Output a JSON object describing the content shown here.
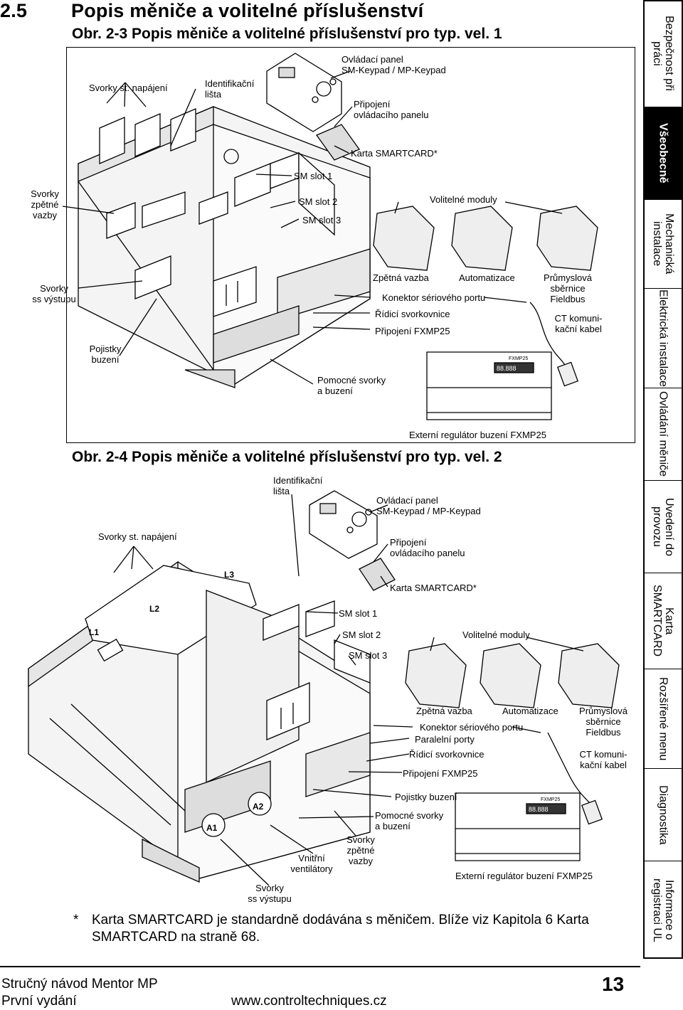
{
  "section": {
    "number": "2.5",
    "title": "Popis měniče a volitelné příslušenství"
  },
  "figure1": {
    "title": "Obr. 2-3 Popis měniče a volitelné příslušenství pro typ. vel. 1",
    "labels": {
      "svorky_napajeni": "Svorky st. napájení",
      "identifikacni_lista": "Identifikační\nlišta",
      "ovladaci_panel": "Ovládací panel\nSM-Keypad / MP-Keypad",
      "pripojeni_panelu": "Připojení\novládacího panelu",
      "karta_smartcard": "Karta SMARTCARD*",
      "sm_slot1": "SM slot 1",
      "sm_slot2": "SM slot 2",
      "sm_slot3": "SM slot 3",
      "volitelne_moduly": "Volitelné moduly",
      "svorky_zpetne_vazby": "Svorky\nzpětné\nvazby",
      "svorky_ss_vystupu": "Svorky\nss výstupu",
      "pojistky_buzeni": "Pojistky\nbuzení",
      "zpetna_vazba": "Zpětná vazba",
      "automatizace": "Automatizace",
      "prumyslova_sbernice": "Průmyslová\nsběrnice\nFieldbus",
      "konektor_serioveho": "Konektor sériového portu",
      "ridici_svorkovnice": "Řídicí svorkovnice",
      "pripojeni_fxmp25": "Připojení FXMP25",
      "ct_kabel": "CT komuni-\nkační kabel",
      "pomocne_svorky": "Pomocné svorky\na buzení",
      "externi_regulator": "Externí regulátor buzení FXMP25",
      "fxmp25_tag": "FXMP25",
      "fxmp25_display": "88.888"
    }
  },
  "figure2": {
    "title": "Obr. 2-4 Popis měniče a volitelné příslušenství pro typ. vel. 2",
    "labels": {
      "identifikacni_lista": "Identifikační\nlišta",
      "svorky_napajeni": "Svorky st. napájení",
      "ovladaci_panel": "Ovládací panel\nSM-Keypad / MP-Keypad",
      "pripojeni_panelu": "Připojení\novládacího panelu",
      "karta_smartcard": "Karta SMARTCARD*",
      "sm_slot1": "SM slot 1",
      "sm_slot2": "SM slot 2",
      "sm_slot3": "SM slot 3",
      "volitelne_moduly": "Volitelné moduly",
      "zpetna_vazba": "Zpětná vazba",
      "automatizace": "Automatizace",
      "prumyslova_sbernice": "Průmyslová\nsběrnice\nFieldbus",
      "konektor_serioveho": "Konektor sériového portu",
      "paralelni_porty": "Paralelní porty",
      "ridici_svorkovnice": "Řídicí svorkovnice",
      "ct_kabel": "CT komuni-\nkační kabel",
      "pripojeni_fxmp25": "Připojení FXMP25",
      "pojistky_buzeni": "Pojistky buzení",
      "pomocne_svorky": "Pomocné svorky\na buzení",
      "svorky_zpetne_vazby": "Svorky\nzpětné\nvazby",
      "vnitrni_ventilatory": "Vnitřní\nventilátory",
      "svorky_ss_vystupu": "Svorky\nss výstupu",
      "externi_regulator": "Externí regulátor buzení FXMP25",
      "fxmp25_tag": "FXMP25",
      "fxmp25_display": "88.888",
      "terminal_a1": "A1",
      "terminal_a2": "A2",
      "terminal_l1": "L1",
      "terminal_l2": "L2",
      "terminal_l3": "L3"
    }
  },
  "footnote": {
    "star": "*",
    "text": "Karta SMARTCARD je standardně dodávána s měničem. Blíže viz Kapitola 6 Karta SMARTCARD na straně 68."
  },
  "footer": {
    "doc_title": "Stručný návod Mentor MP",
    "edition": "První vydání",
    "website": "www.controltechniques.cz",
    "page_number": "13"
  },
  "sidebar": {
    "active_index": 1,
    "tabs": [
      {
        "label": "Bezpečnost při\npráci"
      },
      {
        "label": "Všeobecně"
      },
      {
        "label": "Mechanická\ninstalace"
      },
      {
        "label": "Elektrická instalace"
      },
      {
        "label": "Ovládání měniče"
      },
      {
        "label": "Uvedení do\nprovozu"
      },
      {
        "label": "Karta\nSMARTCARD"
      },
      {
        "label": "Rozšířené menu"
      },
      {
        "label": "Diagnostika"
      },
      {
        "label": "Informace o\nregistraci UL"
      }
    ]
  }
}
